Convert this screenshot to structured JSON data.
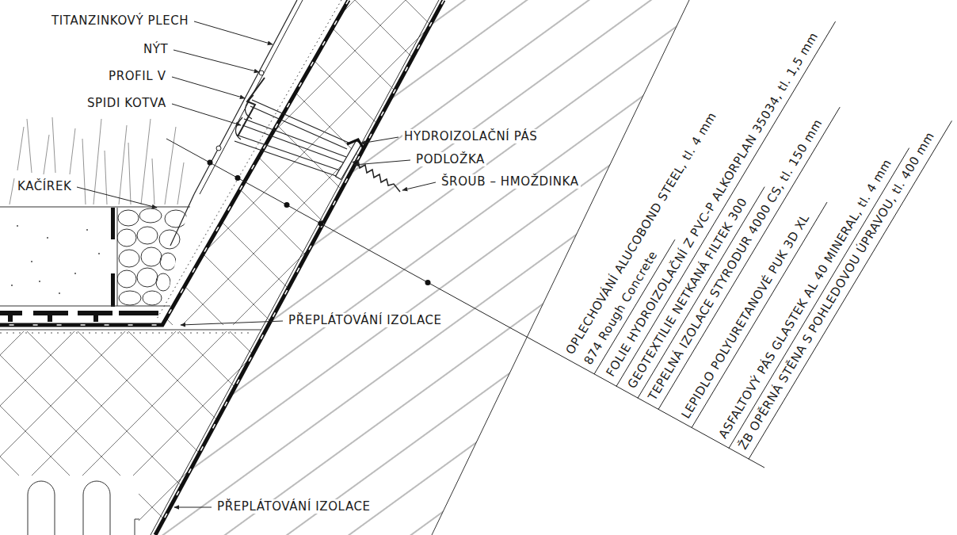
{
  "diagram": {
    "labels": [
      "TITANZINKOVÝ PLECH",
      "NÝT",
      "PROFIL V",
      "SPIDI KOTVA",
      "KAČÍREK",
      "HYDROIZOLAČNÍ PÁS",
      "PODLOŽKA",
      "ŠROUB – HMOŽDINKA",
      "PŘEPLÁTOVÁNÍ IZOLACE",
      "PŘEPLÁTOVÁNÍ IZOLACE",
      "OPLECHOVÁNÍ ALUCOBOND STEEL, tl. 4 mm",
      "874 Rough Concrete",
      "FOLIE HYDROIZOLAČNÍ Z PVC-P ALKORPLAN 35034, tl. 1,5 mm",
      "GEOTEXTILIE NETKANÁ FILTEK 300",
      "TEPELNÁ IZOLACE STYRODUR 4000 CS, tl. 150 mm",
      "LEPIDLO POLYURETANOVÉ PUK 3D XL",
      "ASFALTOVÝ PÁS GLASTEK AL 40 MINERAL, tl. 4 mm",
      "ŽB OPĚRNÁ STĚNA S POHLEDOVOU ÚPRAVOU, tl. 400 mm"
    ]
  }
}
